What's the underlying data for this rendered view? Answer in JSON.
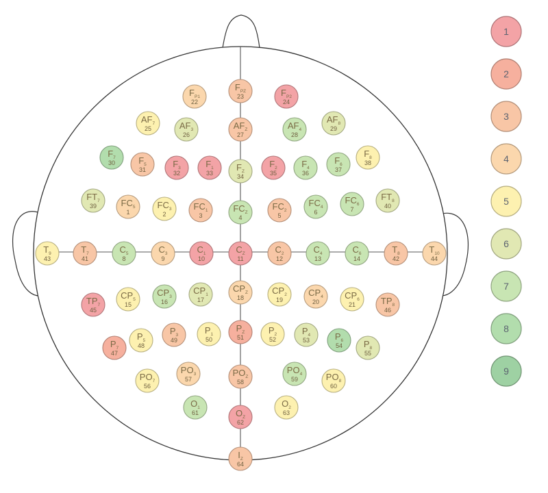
{
  "colors": {
    "1": "#f3a3a6",
    "2": "#f6b09e",
    "3": "#f8c6a6",
    "4": "#fbd7ad",
    "5": "#fdf1b0",
    "6": "#e1e8b3",
    "7": "#c8e5b3",
    "8": "#b2ddad",
    "9": "#9ed1a3"
  },
  "legend": [
    {
      "label": "1",
      "level": 1
    },
    {
      "label": "2",
      "level": 2
    },
    {
      "label": "3",
      "level": 3
    },
    {
      "label": "4",
      "level": 4
    },
    {
      "label": "5",
      "level": 5
    },
    {
      "label": "6",
      "level": 6
    },
    {
      "label": "7",
      "level": 7
    },
    {
      "label": "8",
      "level": 8
    },
    {
      "label": "9",
      "level": 9
    }
  ],
  "electrodes": [
    {
      "main": "F",
      "sub": "P1",
      "num": "22",
      "level": 4
    },
    {
      "main": "F",
      "sub": "PZ",
      "num": "23",
      "level": 3
    },
    {
      "main": "F",
      "sub": "P2",
      "num": "24",
      "level": 1
    },
    {
      "main": "AF",
      "sub": "7",
      "num": "25",
      "level": 5
    },
    {
      "main": "AF",
      "sub": "3",
      "num": "26",
      "level": 6
    },
    {
      "main": "AF",
      "sub": "Z",
      "num": "27",
      "level": 3
    },
    {
      "main": "AF",
      "sub": "4",
      "num": "28",
      "level": 7
    },
    {
      "main": "AF",
      "sub": "8",
      "num": "29",
      "level": 6
    },
    {
      "main": "F",
      "sub": "7",
      "num": "30",
      "level": 8
    },
    {
      "main": "F",
      "sub": "5",
      "num": "31",
      "level": 3
    },
    {
      "main": "F",
      "sub": "3",
      "num": "32",
      "level": 1
    },
    {
      "main": "F",
      "sub": "1",
      "num": "33",
      "level": 1
    },
    {
      "main": "F",
      "sub": "Z",
      "num": "34",
      "level": 6
    },
    {
      "main": "F",
      "sub": "2",
      "num": "35",
      "level": 1
    },
    {
      "main": "F",
      "sub": "4",
      "num": "36",
      "level": 7
    },
    {
      "main": "F",
      "sub": "6",
      "num": "37",
      "level": 7
    },
    {
      "main": "F",
      "sub": "8",
      "num": "38",
      "level": 5
    },
    {
      "main": "FT",
      "sub": "7",
      "num": "39",
      "level": 6
    },
    {
      "main": "FC",
      "sub": "5",
      "num": "1",
      "level": 4
    },
    {
      "main": "FC",
      "sub": "3",
      "num": "2",
      "level": 5
    },
    {
      "main": "FC",
      "sub": "1",
      "num": "3",
      "level": 3
    },
    {
      "main": "FC",
      "sub": "Z",
      "num": "4",
      "level": 7
    },
    {
      "main": "FC",
      "sub": "2",
      "num": "5",
      "level": 3
    },
    {
      "main": "FC",
      "sub": "4",
      "num": "6",
      "level": 7
    },
    {
      "main": "FC",
      "sub": "6",
      "num": "7",
      "level": 7
    },
    {
      "main": "FT",
      "sub": "8",
      "num": "40",
      "level": 6
    },
    {
      "main": "T",
      "sub": "9",
      "num": "43",
      "level": 5
    },
    {
      "main": "T",
      "sub": "7",
      "num": "41",
      "level": 3
    },
    {
      "main": "C",
      "sub": "5",
      "num": "8",
      "level": 7
    },
    {
      "main": "C",
      "sub": "3",
      "num": "9",
      "level": 4
    },
    {
      "main": "C",
      "sub": "1",
      "num": "10",
      "level": 1
    },
    {
      "main": "C",
      "sub": "Z",
      "num": "11",
      "level": 1
    },
    {
      "main": "C",
      "sub": "2",
      "num": "12",
      "level": 3
    },
    {
      "main": "C",
      "sub": "4",
      "num": "13",
      "level": 7
    },
    {
      "main": "C",
      "sub": "6",
      "num": "14",
      "level": 7
    },
    {
      "main": "T",
      "sub": "8",
      "num": "42",
      "level": 3
    },
    {
      "main": "T",
      "sub": "10",
      "num": "44",
      "level": 4
    },
    {
      "main": "TP",
      "sub": "7",
      "num": "45",
      "level": 1
    },
    {
      "main": "CP",
      "sub": "5",
      "num": "15",
      "level": 5
    },
    {
      "main": "CP",
      "sub": "3",
      "num": "16",
      "level": 7
    },
    {
      "main": "CP",
      "sub": "1",
      "num": "17",
      "level": 6
    },
    {
      "main": "CP",
      "sub": "Z",
      "num": "18",
      "level": 4
    },
    {
      "main": "CP",
      "sub": "2",
      "num": "19",
      "level": 5
    },
    {
      "main": "CP",
      "sub": "4",
      "num": "20",
      "level": 4
    },
    {
      "main": "CP",
      "sub": "6",
      "num": "21",
      "level": 5
    },
    {
      "main": "TP",
      "sub": "8",
      "num": "46",
      "level": 3
    },
    {
      "main": "P",
      "sub": "7",
      "num": "47",
      "level": 2
    },
    {
      "main": "P",
      "sub": "5",
      "num": "48",
      "level": 5
    },
    {
      "main": "P",
      "sub": "3",
      "num": "49",
      "level": 3
    },
    {
      "main": "P",
      "sub": "1",
      "num": "50",
      "level": 5
    },
    {
      "main": "P",
      "sub": "Z",
      "num": "51",
      "level": 2
    },
    {
      "main": "P",
      "sub": "2",
      "num": "52",
      "level": 5
    },
    {
      "main": "P",
      "sub": "4",
      "num": "53",
      "level": 6
    },
    {
      "main": "P",
      "sub": "6",
      "num": "54",
      "level": 8
    },
    {
      "main": "P",
      "sub": "8",
      "num": "55",
      "level": 6
    },
    {
      "main": "PO",
      "sub": "7",
      "num": "56",
      "level": 5
    },
    {
      "main": "PO",
      "sub": "3",
      "num": "57",
      "level": 4
    },
    {
      "main": "PO",
      "sub": "Z",
      "num": "58",
      "level": 3
    },
    {
      "main": "PO",
      "sub": "4",
      "num": "59",
      "level": 7
    },
    {
      "main": "PO",
      "sub": "8",
      "num": "60",
      "level": 5
    },
    {
      "main": "O",
      "sub": "1",
      "num": "61",
      "level": 7
    },
    {
      "main": "O",
      "sub": "Z",
      "num": "62",
      "level": 1
    },
    {
      "main": "O",
      "sub": "2",
      "num": "63",
      "level": 5
    },
    {
      "main": "I",
      "sub": "Z",
      "num": "64",
      "level": 3
    }
  ]
}
